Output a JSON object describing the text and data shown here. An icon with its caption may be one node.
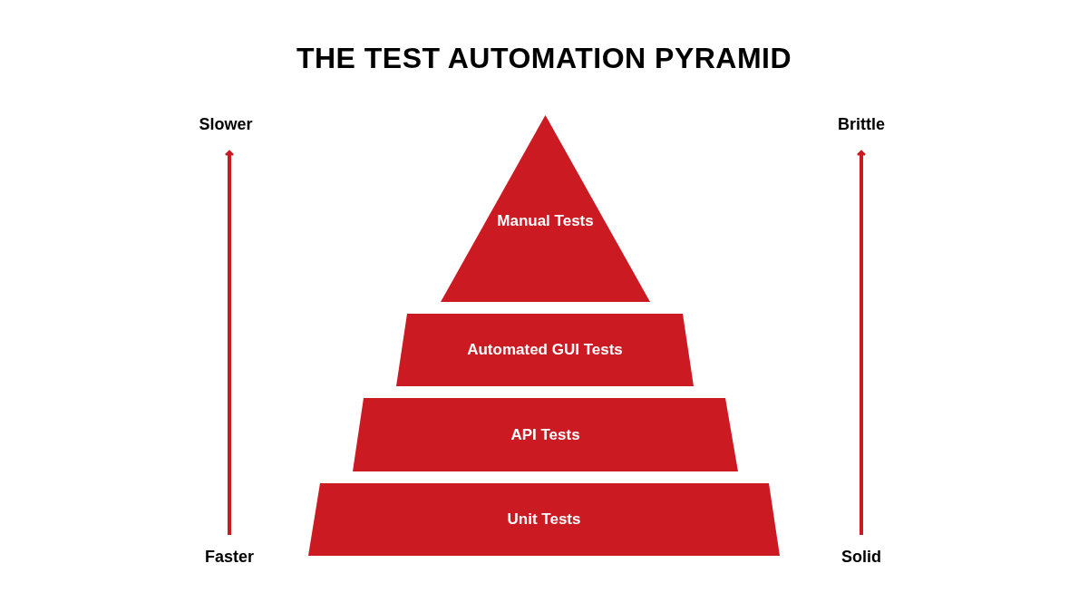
{
  "diagram": {
    "title": "THE TEST AUTOMATION PYRAMID",
    "nodes": [
      {
        "text": [
          "Manual Tests"
        ]
      },
      {
        "text": [
          "Automated GUI Tests"
        ]
      },
      {
        "text": [
          "API Tests"
        ]
      },
      {
        "text": [
          "Unit Tests"
        ]
      }
    ],
    "labels": [
      "Slower",
      "Brittle",
      "Faster",
      "Solid"
    ]
  }
}
